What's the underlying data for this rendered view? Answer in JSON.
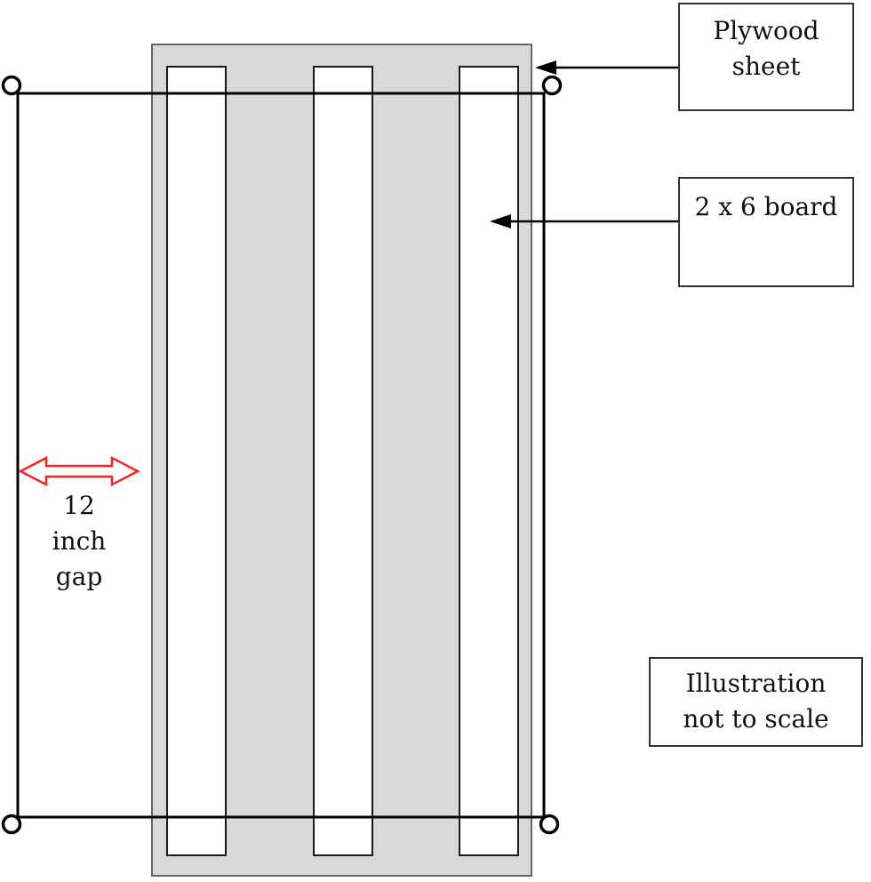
{
  "diagram": {
    "title": "Plywood sheet and 2 x 6 board assembly illustration",
    "labels": {
      "plywood_sheet": {
        "lines": [
          "Plywood",
          "sheet"
        ]
      },
      "board": {
        "text": "2 x 6 board"
      },
      "scale_note": {
        "lines": [
          "Illustration",
          "not to scale"
        ]
      },
      "gap": {
        "lines": [
          "12",
          "inch",
          "gap"
        ]
      }
    },
    "shapes": {
      "plywood_sheet": "large gray rectangle",
      "boards_count": 3,
      "corner_rings_count": 4,
      "gap_arrow": "red double-headed horizontal arrow"
    },
    "colors": {
      "sheet_fill": "#d9d9d9",
      "sheet_border": "#666666",
      "board_fill": "#ffffff",
      "board_border": "#1a1a1a",
      "frame_line": "#000000",
      "callout_border": "#333333",
      "gap_arrow_red": "#fb2222",
      "text": "#111111",
      "background": "#ffffff"
    }
  }
}
